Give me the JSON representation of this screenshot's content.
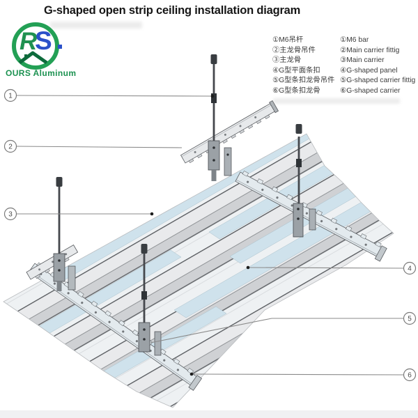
{
  "title": "G-shaped open strip ceiling installation diagram",
  "logo": {
    "letter_r": "R",
    "letter_s": "S",
    "caption": "OURS Aluminum"
  },
  "legend": {
    "cn": [
      "①M6吊杆",
      "②主龙骨吊件",
      "③主龙骨",
      "④G型平面条扣",
      "⑤G型条扣龙骨吊件",
      "⑥G型条扣龙骨"
    ],
    "en": [
      "①M6 bar",
      "②Main carrier fittig",
      "③Main carrier",
      "④G-shaped panel",
      "⑤G-shaped carrier fittig",
      "⑥G-shaped carrier"
    ]
  },
  "diagram": {
    "callouts": [
      "1",
      "2",
      "3",
      "4",
      "5",
      "6"
    ]
  },
  "colors": {
    "brand_green": "#23a055",
    "brand_blue": "#2b51c9",
    "panel_blue": "#cfe2ec",
    "metal_top": "#e9eaec",
    "metal_side": "#cfd1d4",
    "groove": "#eef1f3",
    "carrier_fill": "#e3eaee",
    "rod_dark": "#45484d",
    "fitting_gray": "#9ba1a6",
    "leader_gray": "#8a8a8a",
    "edge_dark": "#54575b",
    "bottom_band": "#f0f1f3"
  }
}
